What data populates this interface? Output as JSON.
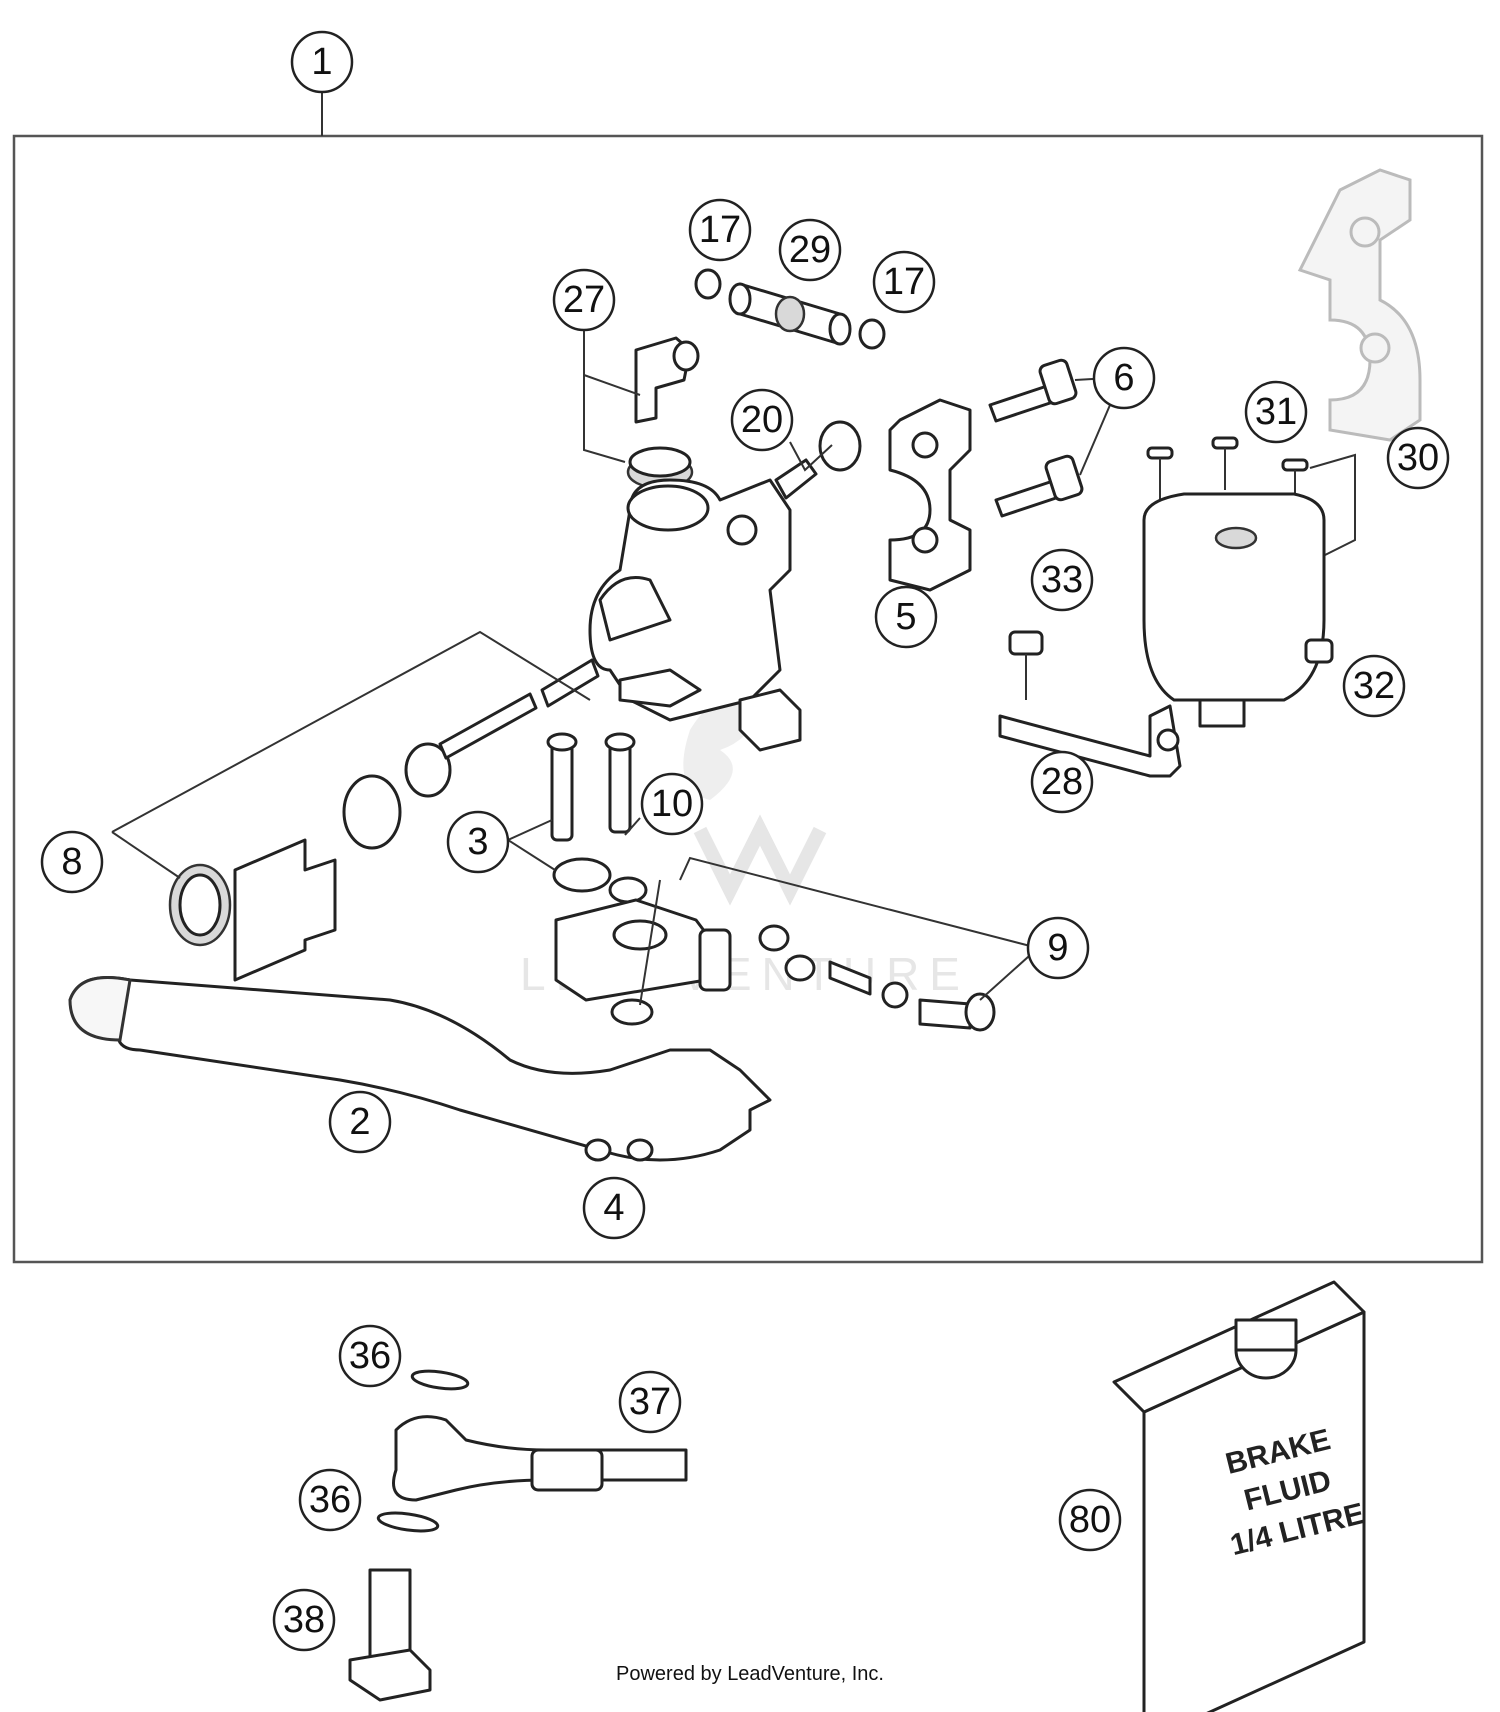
{
  "callouts": [
    {
      "id": "1",
      "label": "1"
    },
    {
      "id": "17a",
      "label": "17"
    },
    {
      "id": "29",
      "label": "29"
    },
    {
      "id": "17b",
      "label": "17"
    },
    {
      "id": "27",
      "label": "27"
    },
    {
      "id": "20",
      "label": "20"
    },
    {
      "id": "6",
      "label": "6"
    },
    {
      "id": "31",
      "label": "31"
    },
    {
      "id": "30",
      "label": "30"
    },
    {
      "id": "33",
      "label": "33"
    },
    {
      "id": "5",
      "label": "5"
    },
    {
      "id": "32",
      "label": "32"
    },
    {
      "id": "28",
      "label": "28"
    },
    {
      "id": "10",
      "label": "10"
    },
    {
      "id": "3",
      "label": "3"
    },
    {
      "id": "8",
      "label": "8"
    },
    {
      "id": "9",
      "label": "9"
    },
    {
      "id": "2",
      "label": "2"
    },
    {
      "id": "4",
      "label": "4"
    },
    {
      "id": "36a",
      "label": "36"
    },
    {
      "id": "37",
      "label": "37"
    },
    {
      "id": "36b",
      "label": "36"
    },
    {
      "id": "38",
      "label": "38"
    },
    {
      "id": "80",
      "label": "80"
    }
  ],
  "bottle_label": [
    "BRAKE",
    "FLUID",
    "1/4 LITRE"
  ],
  "watermark": "LEADVENTURE",
  "credit": "Powered by LeadVenture, Inc."
}
